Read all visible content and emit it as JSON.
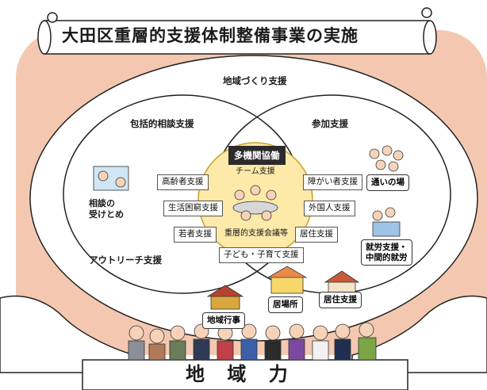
{
  "title": "大田区重層的支援体制整備事業の実施",
  "region_label": "地域づくり支援",
  "left_circle_label": "包括的相談支援",
  "right_circle_label": "参加支援",
  "outreach_label": "アウトリーチ支援",
  "center": {
    "header": "多機関協働",
    "team": "チーム支援",
    "meeting": "重層的支援会議等"
  },
  "left_boxes": [
    "高齢者支援",
    "生活困窮支援",
    "若者支援"
  ],
  "right_boxes": [
    "障がい者支援",
    "外国人支援",
    "居住支援"
  ],
  "bottom_box": "子ども・子育て支援",
  "consult_label_1": "相談の",
  "consult_label_2": "受けとめ",
  "kayoi_label": "通いの場",
  "work_label_1": "就労支援・",
  "work_label_2": "中間的就労",
  "ibasho_label": "居場所",
  "kyoju_label": "居住支援",
  "chiiki_event_label": "地域行事",
  "footer": "地 域 力",
  "colors": {
    "peach": "#f4c8b0",
    "dark": "#2b2b2b",
    "inner_yellow": "#fde9a8"
  }
}
